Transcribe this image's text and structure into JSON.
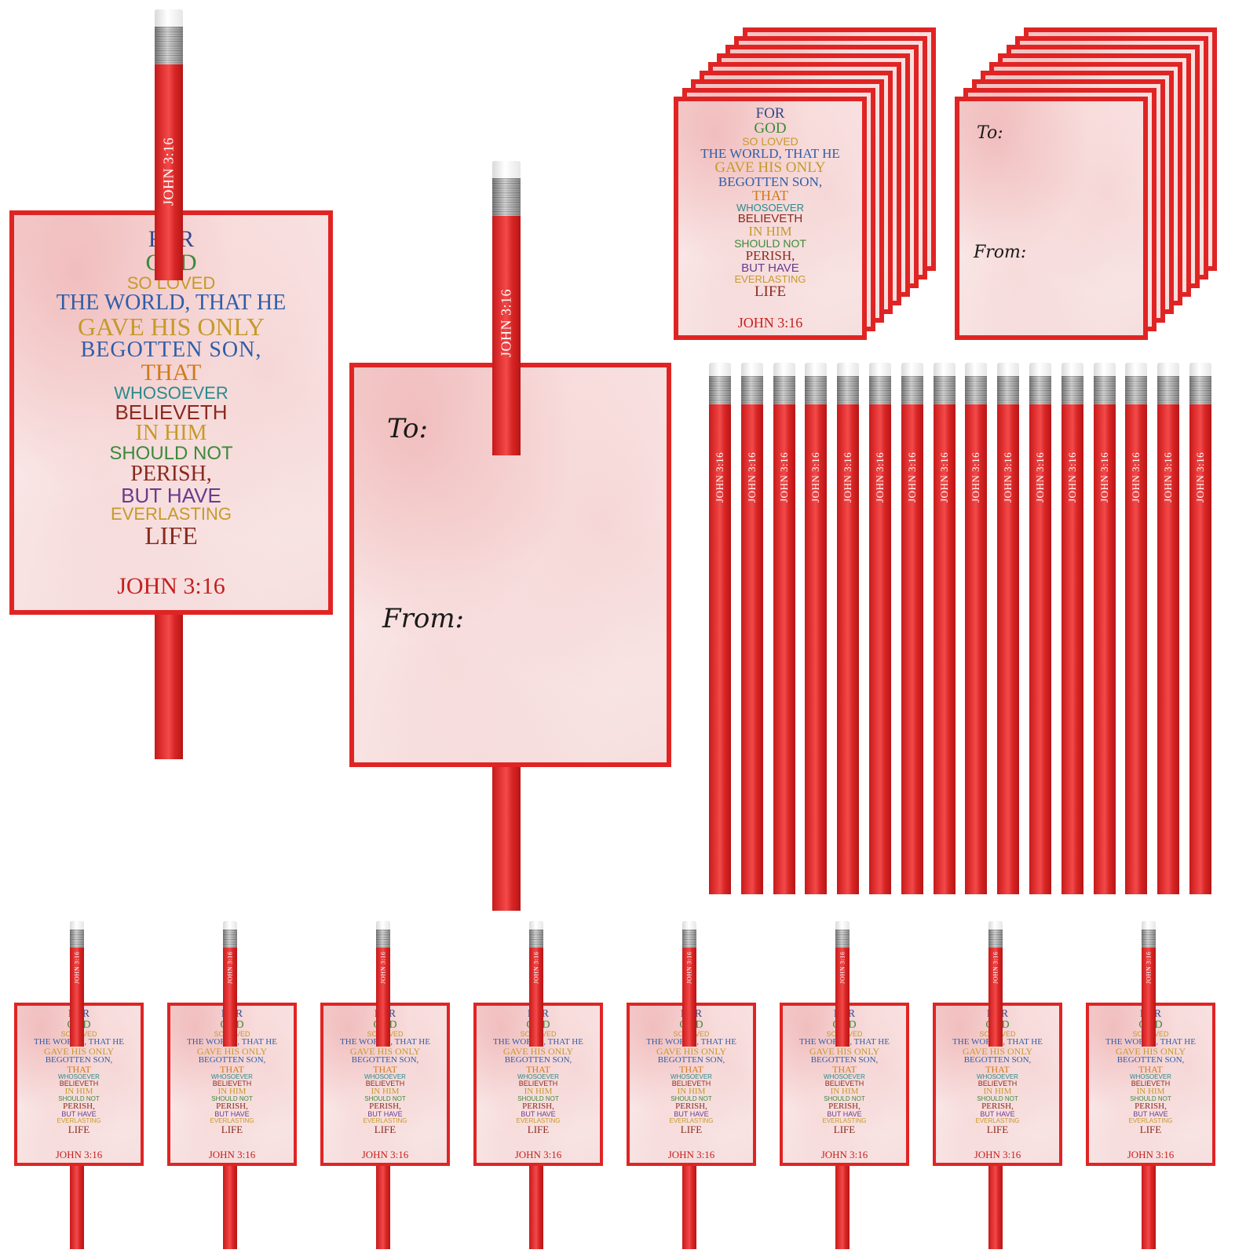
{
  "pencil_text": "JOHN 3:16",
  "card_verse": [
    {
      "text": "FOR",
      "color": "#304a8c"
    },
    {
      "text": "GOD",
      "color": "#3b8a3b"
    },
    {
      "text": "SO LOVED",
      "color": "#c59a2a"
    },
    {
      "text": "THE WORLD, THAT HE",
      "color": "#2f5ea8"
    },
    {
      "text": "GAVE HIS ONLY",
      "color": "#c59a2a"
    },
    {
      "text": "BEGOTTEN SON,",
      "color": "#2f5ea8"
    },
    {
      "text": "THAT",
      "color": "#d07a1a"
    },
    {
      "text": "WHOSOEVER",
      "color": "#2a8a8a"
    },
    {
      "text": "BELIEVETH",
      "color": "#8a2a1e"
    },
    {
      "text": "IN HIM",
      "color": "#c59a2a"
    },
    {
      "text": "SHOULD NOT",
      "color": "#3b8a3b"
    },
    {
      "text": "PERISH,",
      "color": "#8a2a1e"
    },
    {
      "text": "BUT HAVE",
      "color": "#6a3b8c"
    },
    {
      "text": "EVERLASTING",
      "color": "#c59a2a"
    },
    {
      "text": "LIFE",
      "color": "#8a2a1e"
    }
  ],
  "card_reference": "JOHN 3:16",
  "to_label": "To:",
  "from_label": "From:",
  "colors": {
    "card_border": "#e02424",
    "pencil": "#e93a3a",
    "reference": "#c4201f"
  }
}
